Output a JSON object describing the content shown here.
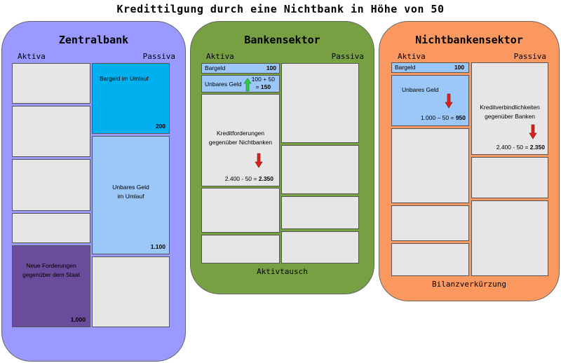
{
  "title": "Kredittilgung durch eine Nichtbank in Höhe von 50",
  "zentralbank": {
    "title": "Zentralbank",
    "aktiva_label": "Aktiva",
    "passiva_label": "Passiva",
    "bargeld_label": "Bargeld im Umlauf",
    "bargeld_value": "200",
    "unbares_label_1": "Unbares Geld",
    "unbares_label_2": "im Umlauf",
    "unbares_value": "1.100",
    "forderungen_label_1": "Neue Forderungen",
    "forderungen_label_2": "gegenüber dem Staat",
    "forderungen_value": "1.000"
  },
  "bankensektor": {
    "title": "Bankensektor",
    "aktiva_label": "Aktiva",
    "passiva_label": "Passiva",
    "bargeld_label": "Bargeld",
    "bargeld_value": "100",
    "unbares_label": "Unbares Geld",
    "unbares_calc": "100 + 50",
    "unbares_eq": "= ",
    "unbares_result": "150",
    "kredit_label_1": "Kreditforderungen",
    "kredit_label_2": "gegenüber Nichtbanken",
    "kredit_calc": "2.400 - 50 = ",
    "kredit_result": "2.350",
    "footer": "Aktivtausch"
  },
  "nichtbankensektor": {
    "title": "Nichtbankensektor",
    "aktiva_label": "Aktiva",
    "passiva_label": "Passiva",
    "bargeld_label": "Bargeld",
    "bargeld_value": "100",
    "unbares_label": "Unbares Geld",
    "unbares_calc": "1.000 – 50 = ",
    "unbares_result": "950",
    "kredit_label_1": "Kreditverbindlichkeiten",
    "kredit_label_2": "gegenüber Banken",
    "kredit_calc": "2.400 - 50 = ",
    "kredit_result": "2.350",
    "footer": "Bilanzverkürzung"
  },
  "colors": {
    "zentralbank": "#9999ff",
    "bankensektor": "#77a043",
    "nichtbankensektor": "#fb9860",
    "arrow_up": "#2ecc40",
    "arrow_down": "#e0201a"
  }
}
